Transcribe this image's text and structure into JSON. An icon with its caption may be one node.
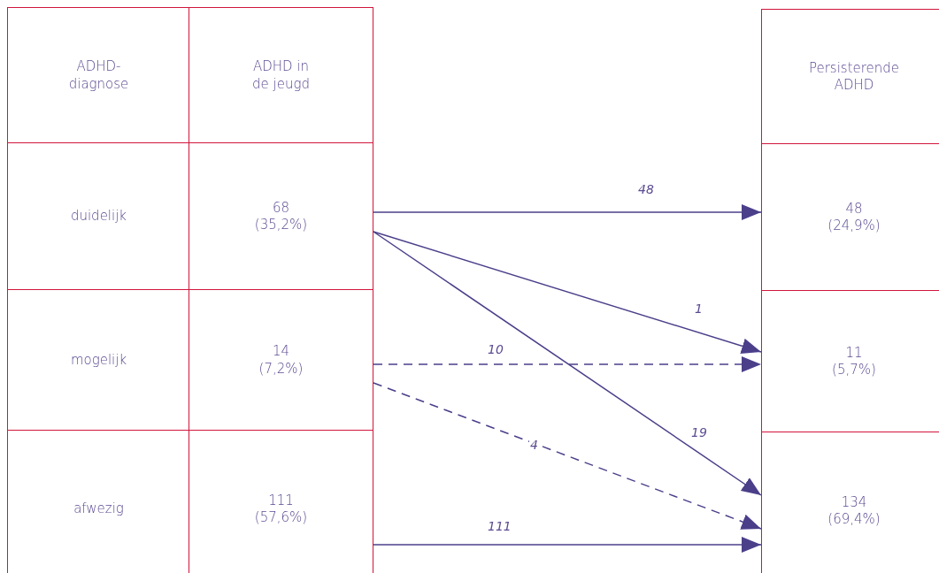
{
  "diagram": {
    "nodes": [
      {
        "text": [
          "ADHD-diagnose"
        ]
      },
      {
        "text": [
          "ADHD in de jeugd"
        ]
      },
      {
        "text": [
          "duidelijk"
        ]
      },
      {
        "text": [
          "68 (35,2%)"
        ]
      },
      {
        "text": [
          "mogelijk"
        ]
      },
      {
        "text": [
          "14 (7,2%)"
        ]
      },
      {
        "text": [
          "afwezig"
        ]
      },
      {
        "text": [
          "111 (57,6%)"
        ]
      },
      {
        "text": [
          "Persisterende ADHD"
        ]
      },
      {
        "text": [
          "48 (24,9%)"
        ]
      },
      {
        "text": [
          "11 (5,7%)"
        ]
      },
      {
        "text": [
          "134 (69,4%)"
        ]
      }
    ],
    "edges": [
      {
        "from": 3,
        "to": 9,
        "arrow": "to",
        "label": "48"
      },
      {
        "from": 3,
        "to": 10,
        "arrow": "to",
        "label": "1"
      },
      {
        "from": 3,
        "to": 11,
        "arrow": "to",
        "label": "19"
      },
      {
        "from": 5,
        "to": 10,
        "arrow": "to",
        "label": "10",
        "style": "dashed"
      },
      {
        "from": 5,
        "to": 11,
        "arrow": "to",
        "label": "4",
        "style": "dashed"
      },
      {
        "from": 7,
        "to": 11,
        "arrow": "to",
        "label": "111"
      }
    ]
  }
}
